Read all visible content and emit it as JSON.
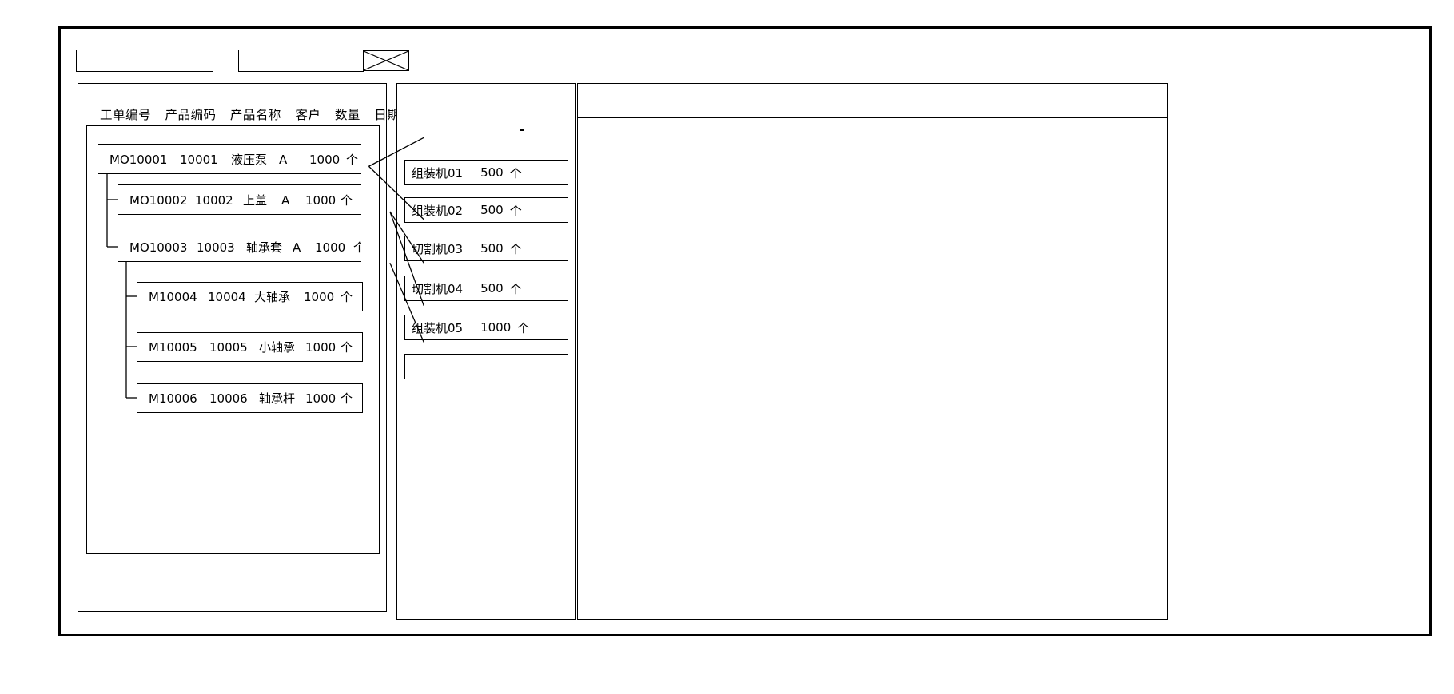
{
  "window": {
    "title": "",
    "toolbar": {
      "field_1_value": "",
      "field_2_value": "",
      "image_placeholder_label": "image-placeholder"
    }
  },
  "left_panel": {
    "name": "work-order-list-panel",
    "table_headers": [
      "工单编号",
      "产品编码",
      "产品名称",
      "客户",
      "数量",
      "日期"
    ],
    "rows": [
      {
        "level": 0,
        "order_no": "MO10001",
        "product_code": "10001",
        "product_name": "液压泵",
        "customer": "A",
        "quantity": "1000",
        "unit": "个",
        "date": ""
      },
      {
        "level": 1,
        "order_no": "MO10002",
        "product_code": "10002",
        "product_name": "上盖",
        "customer": "A",
        "quantity": "1000",
        "unit": "个",
        "date": ""
      },
      {
        "level": 1,
        "order_no": "MO10003",
        "product_code": "10003",
        "product_name": "轴承套",
        "customer": "A",
        "quantity": "1000",
        "unit": "个",
        "date": ""
      },
      {
        "level": 2,
        "order_no": "M10004",
        "product_code": "10004",
        "product_name": "大轴承",
        "customer": "",
        "quantity": "1000",
        "unit": "个",
        "date": ""
      },
      {
        "level": 2,
        "order_no": "M10005",
        "product_code": "10005",
        "product_name": "小轴承",
        "customer": "",
        "quantity": "1000",
        "unit": "个",
        "date": ""
      },
      {
        "level": 2,
        "order_no": "M10006",
        "product_code": "10006",
        "product_name": "轴承杆",
        "customer": "",
        "quantity": "1000",
        "unit": "个",
        "date": ""
      }
    ]
  },
  "middle_panel": {
    "name": "machine-schedule-panel",
    "cards": [
      {
        "machine": "组装机01",
        "quantity": "500",
        "unit": "个"
      },
      {
        "machine": "组装机02",
        "quantity": "500",
        "unit": "个"
      },
      {
        "machine": "切割机03",
        "quantity": "500",
        "unit": "个"
      },
      {
        "machine": "切割机04",
        "quantity": "500",
        "unit": "个"
      },
      {
        "machine": "组装机05",
        "quantity": "1000",
        "unit": "个"
      },
      {
        "machine": "",
        "quantity": "",
        "unit": ""
      }
    ]
  },
  "right_panel": {
    "name": "detail-panel",
    "header_text": "",
    "body_text": ""
  },
  "colors": {
    "stroke": "#000000",
    "background": "#ffffff"
  }
}
